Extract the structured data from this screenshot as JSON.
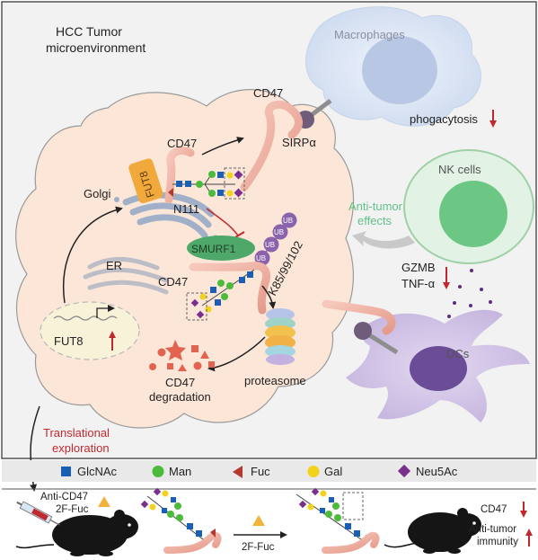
{
  "title": {
    "line1": "HCC Tumor",
    "line2": "microenvironment"
  },
  "cells": {
    "macrophages": "Macrophages",
    "nk": "NK cells",
    "dcs": "DCs"
  },
  "labels": {
    "cd47_macrophage": "CD47",
    "sirpa": "SIRPα",
    "phagocytosis": "phogacytosis",
    "cd47_golgi": "CD47",
    "fut8_golgi": "FUT8",
    "n111": "N111",
    "golgi": "Golgi",
    "smurf1": "SMURF1",
    "ub": "UB",
    "lysines": "K85/99/102",
    "er": "ER",
    "cd47_er": "CD47",
    "fut8_gene": "FUT8",
    "proteasome": "proteasome",
    "degradation_line1": "CD47",
    "degradation_line2": "degradation",
    "anti_tumor_line1": "Anti-tumor",
    "anti_tumor_line2": "effects",
    "gzmb": "GZMB",
    "tnfa": "TNF-α",
    "translational_line1": "Translational",
    "translational_line2": "exploration"
  },
  "legend": [
    {
      "label": "GlcNAc",
      "shape": "square",
      "color": "#1a5fb4"
    },
    {
      "label": "Man",
      "shape": "circle",
      "color": "#4cbb3c"
    },
    {
      "label": "Fuc",
      "shape": "triangle",
      "color": "#b53a2e"
    },
    {
      "label": "Gal",
      "shape": "circle",
      "color": "#f2d21b"
    },
    {
      "label": "Neu5Ac",
      "shape": "diamond",
      "color": "#7a2f8f"
    }
  ],
  "bottom": {
    "treatment_line1": "Anti-CD47",
    "treatment_line2": "2F-Fuc",
    "arrow_label": "2F-Fuc",
    "out_cd47": "CD47",
    "out_line1": "Anti-tumor",
    "out_line2": "immunity"
  },
  "colors": {
    "tumor_cell": "#fbe6d8",
    "down_arrow": "#c0282d",
    "anti_tumor_text": "#62c089",
    "translational_text": "#c0282d",
    "macrophage": "#dbe6f5",
    "nk_cell": "#d9efdc",
    "dc": "#d3c7e6"
  }
}
